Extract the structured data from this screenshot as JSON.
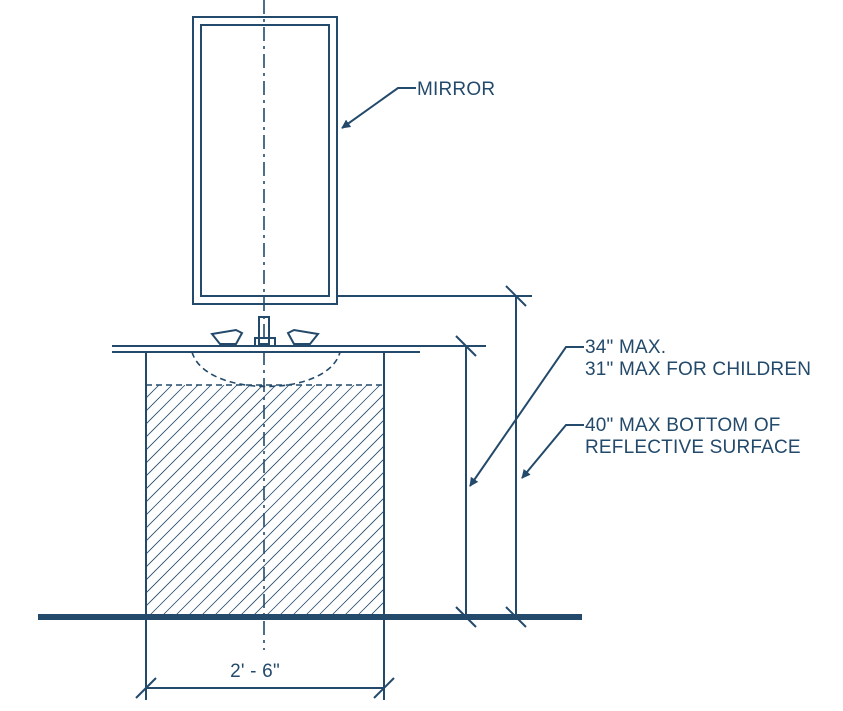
{
  "labels": {
    "mirror": "MIRROR",
    "counter_max": "34\" MAX.",
    "counter_max_children": "31\" MAX FOR CHILDREN",
    "reflective_line1": "40\" MAX BOTTOM OF",
    "reflective_line2": "REFLECTIVE SURFACE",
    "width_dim": "2' - 6\""
  },
  "colors": {
    "line": "#234a6b",
    "background": "#ffffff"
  }
}
